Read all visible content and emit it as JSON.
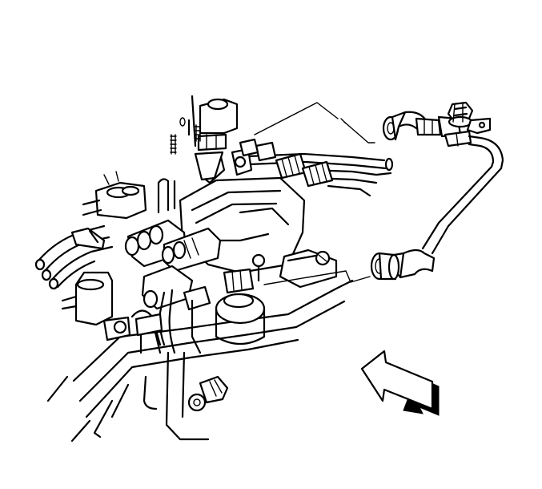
{
  "diagram": {
    "colors": {
      "line": "#000000",
      "background": "#ffffff"
    },
    "components": [
      "engine-assembly",
      "sensor-connector",
      "fuel-injector-rail",
      "hose-assembly",
      "hose-end-fitting-upper",
      "hose-end-fitting-lower",
      "mounting-bolt",
      "direction-arrow"
    ]
  }
}
